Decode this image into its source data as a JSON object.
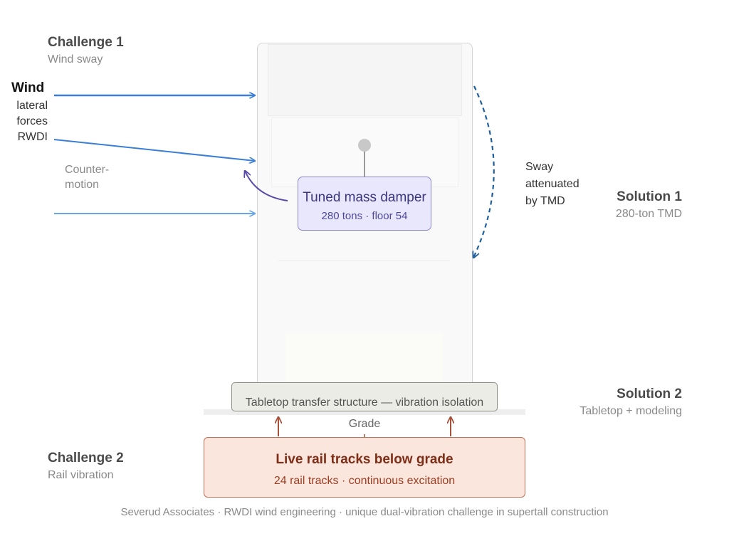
{
  "challenge1": {
    "title": "Challenge 1",
    "subtitle": "Wind sway"
  },
  "challenge2": {
    "title": "Challenge 2",
    "subtitle": "Rail vibration"
  },
  "solution1": {
    "title": "Solution 1",
    "subtitle": "280-ton TMD"
  },
  "solution2": {
    "title": "Solution 2",
    "subtitle": "Tabletop + modeling"
  },
  "wind": {
    "title": "Wind",
    "lines": [
      "lateral",
      "forces",
      "RWDI"
    ]
  },
  "counter_motion": {
    "lines": [
      "Counter-",
      "motion"
    ]
  },
  "sway": {
    "lines": [
      "Sway",
      "attenuated",
      "by TMD"
    ]
  },
  "tmd": {
    "title": "Tuned mass damper",
    "subtitle": "280 tons · floor 54"
  },
  "tabletop": {
    "label": "Tabletop transfer structure — vibration isolation"
  },
  "grade": {
    "label": "Grade"
  },
  "rail": {
    "title": "Live rail tracks below grade",
    "subtitle": "24 rail tracks · continuous excitation"
  },
  "footer": {
    "text": "Severud Associates · RWDI wind engineering · unique dual-vibration challenge in supertall construction"
  },
  "colors": {
    "wind_arrow": "#3a7fd5",
    "counter_arrow": "#5a4aa8",
    "sway_arrow": "#1f5f9e",
    "rail_arrow": "#a8503a",
    "tmd_fill": "#e9e7fb",
    "rail_fill": "#fbe6dd"
  }
}
